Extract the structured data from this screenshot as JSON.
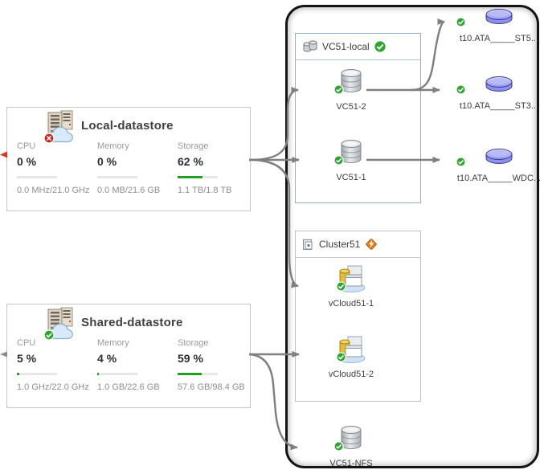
{
  "cards": [
    {
      "title": "Local-datastore",
      "status": "error",
      "metrics": [
        {
          "label": "CPU",
          "value": "0 %",
          "pct": 0,
          "detail": "0.0 MHz/21.0 GHz"
        },
        {
          "label": "Memory",
          "value": "0 %",
          "pct": 0,
          "detail": "0.0 MB/21.6 GB"
        },
        {
          "label": "Storage",
          "value": "62 %",
          "pct": 62,
          "detail": "1.1 TB/1.8 TB"
        }
      ]
    },
    {
      "title": "Shared-datastore",
      "status": "ok",
      "metrics": [
        {
          "label": "CPU",
          "value": "5 %",
          "pct": 5,
          "detail": "1.0 GHz/22.0 GHz"
        },
        {
          "label": "Memory",
          "value": "4 %",
          "pct": 4,
          "detail": "1.0 GB/22.6 GB"
        },
        {
          "label": "Storage",
          "value": "59 %",
          "pct": 59,
          "detail": "57.6 GB/98.4 GB"
        }
      ]
    }
  ],
  "groups": [
    {
      "title": "VC51-local",
      "status": "ok",
      "items": [
        {
          "label": "VC51-2",
          "type": "datastore",
          "status": "ok"
        },
        {
          "label": "VC51-1",
          "type": "datastore",
          "status": "ok"
        }
      ]
    },
    {
      "title": "Cluster51",
      "status": "warning",
      "items": [
        {
          "label": "vCloud51-1",
          "type": "virtual-machine",
          "status": "ok"
        },
        {
          "label": "vCloud51-2",
          "type": "virtual-machine",
          "status": "ok"
        }
      ]
    }
  ],
  "standalone_node": {
    "label": "VC51-NFS",
    "type": "datastore",
    "status": "ok"
  },
  "disks": [
    {
      "label": "t10.ATA_____ST5...",
      "status": "ok"
    },
    {
      "label": "t10.ATA_____ST3...",
      "status": "ok"
    },
    {
      "label": "t10.ATA_____WDC...",
      "status": "ok"
    }
  ],
  "colors": {
    "progress_green": "#1ea11e",
    "arrow_gray": "#7f7f7f",
    "status_ok_green": "#2fa42f",
    "status_error_red": "#c5281c",
    "warning_orange": "#e5801e",
    "disk_blue": "#8d90ee",
    "group_border_blue": "#8fb0cc",
    "group_border_gray": "#bfbfbf"
  }
}
